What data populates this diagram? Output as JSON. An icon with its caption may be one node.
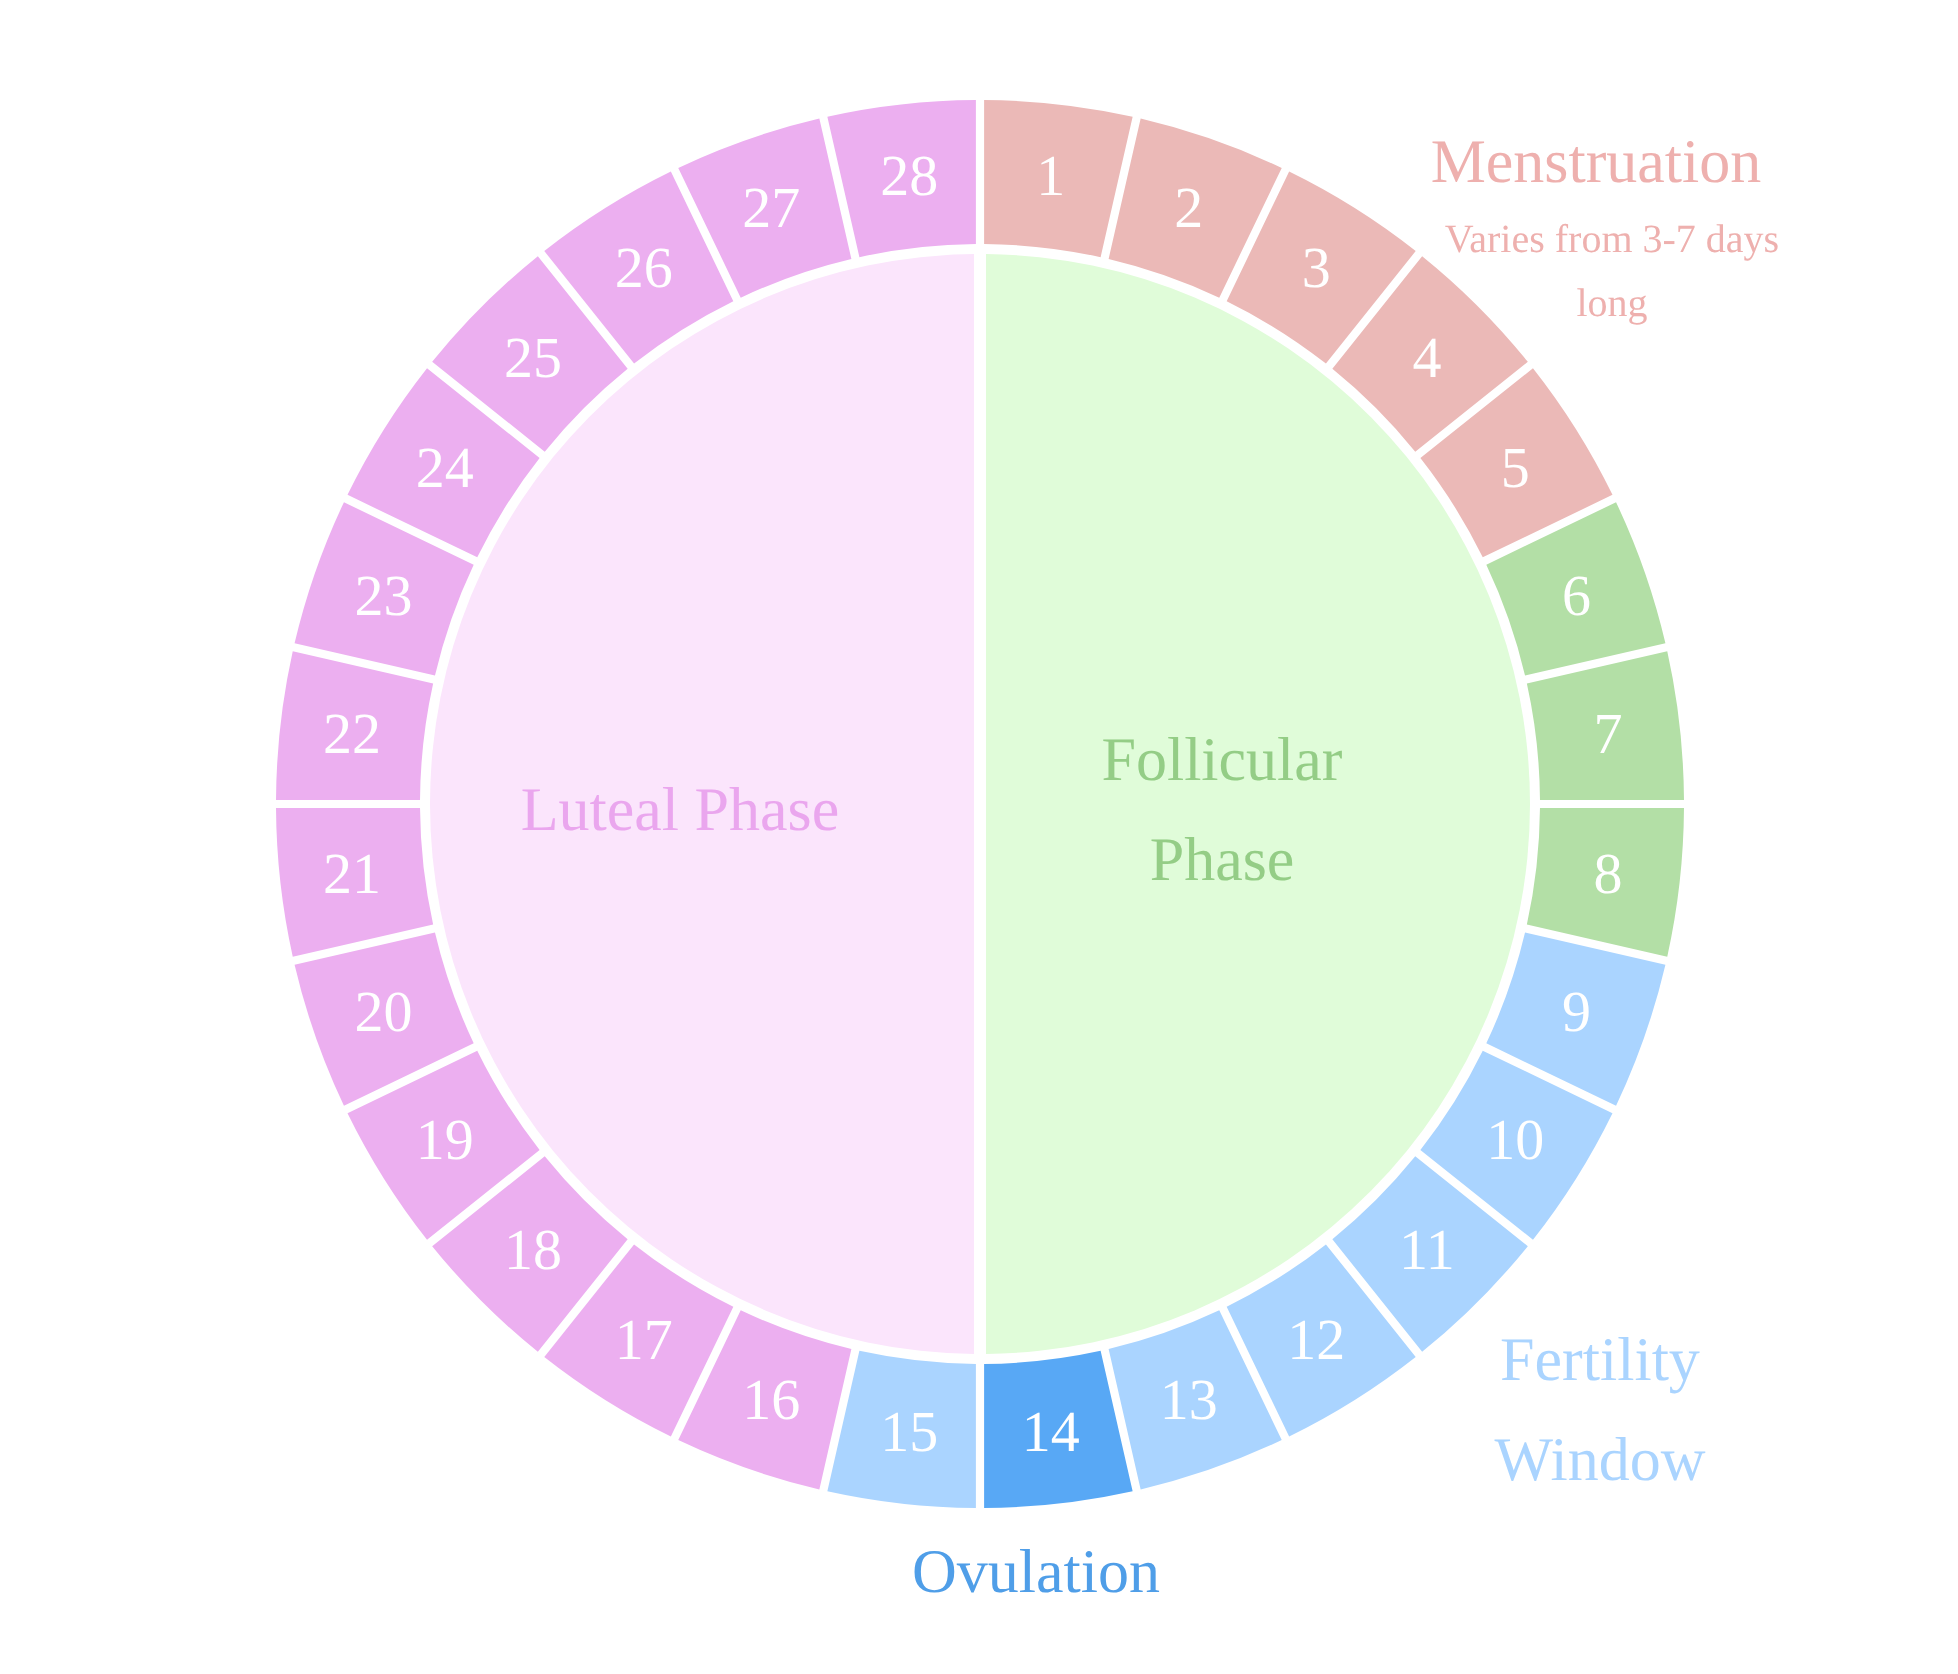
{
  "diagram": {
    "nodes": [
      {
        "text": [
          "Luteal Phase"
        ]
      },
      {
        "text": [
          "Follicular Phase"
        ]
      },
      {
        "text": [
          "1"
        ]
      },
      {
        "text": [
          "2"
        ]
      },
      {
        "text": [
          "3"
        ]
      },
      {
        "text": [
          "4"
        ]
      },
      {
        "text": [
          "5"
        ]
      },
      {
        "text": [
          "6"
        ]
      },
      {
        "text": [
          "7"
        ]
      },
      {
        "text": [
          "8"
        ]
      },
      {
        "text": [
          "9"
        ]
      },
      {
        "text": [
          "10"
        ]
      },
      {
        "text": [
          "11"
        ]
      },
      {
        "text": [
          "12"
        ]
      },
      {
        "text": [
          "13"
        ]
      },
      {
        "text": [
          "14"
        ]
      },
      {
        "text": [
          "15"
        ]
      },
      {
        "text": [
          "16"
        ]
      },
      {
        "text": [
          "17"
        ]
      },
      {
        "text": [
          "18"
        ]
      },
      {
        "text": [
          "19"
        ]
      },
      {
        "text": [
          "20"
        ]
      },
      {
        "text": [
          "21"
        ]
      },
      {
        "text": [
          "22"
        ]
      },
      {
        "text": [
          "23"
        ]
      },
      {
        "text": [
          "24"
        ]
      },
      {
        "text": [
          "25"
        ]
      },
      {
        "text": [
          "26"
        ]
      },
      {
        "text": [
          "27"
        ]
      },
      {
        "text": [
          "28"
        ]
      }
    ],
    "labels": [
      "Menstruation",
      "Varies from 3-7 days long",
      "Fertility Window",
      "Ovulation"
    ]
  }
}
